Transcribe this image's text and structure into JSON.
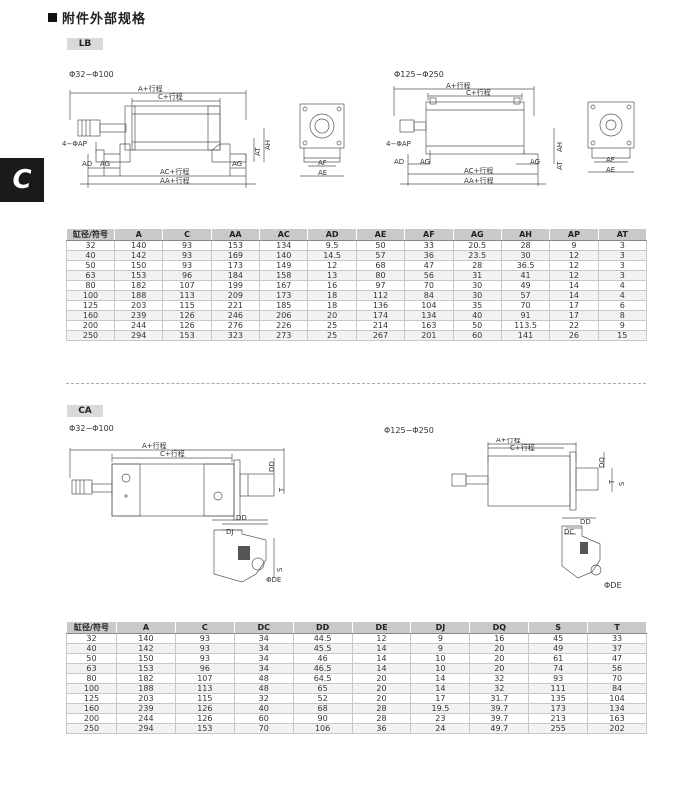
{
  "section_title": "附件外部规格",
  "side_tab": "C",
  "lb": {
    "tag": "LB",
    "range_small": "Φ32−Φ100",
    "range_large": "Φ125−Φ250",
    "dims": {
      "a_stroke": "A+行程",
      "c_stroke": "C+行程",
      "ac_stroke": "AC+行程",
      "aa_stroke": "AA+行程",
      "ap": "4−ΦAP",
      "ad": "AD",
      "ag": "AG",
      "at": "AT",
      "ah": "AH",
      "af": "AF",
      "ae": "AE"
    },
    "table": {
      "headers": [
        "缸径/符号",
        "A",
        "C",
        "AA",
        "AC",
        "AD",
        "AE",
        "AF",
        "AG",
        "AH",
        "AP",
        "AT"
      ],
      "rows": [
        [
          "32",
          "140",
          "93",
          "153",
          "134",
          "9.5",
          "50",
          "33",
          "20.5",
          "28",
          "9",
          "3"
        ],
        [
          "40",
          "142",
          "93",
          "169",
          "140",
          "14.5",
          "57",
          "36",
          "23.5",
          "30",
          "12",
          "3"
        ],
        [
          "50",
          "150",
          "93",
          "173",
          "149",
          "12",
          "68",
          "47",
          "28",
          "36.5",
          "12",
          "3"
        ],
        [
          "63",
          "153",
          "96",
          "184",
          "158",
          "13",
          "80",
          "56",
          "31",
          "41",
          "12",
          "3"
        ],
        [
          "80",
          "182",
          "107",
          "199",
          "167",
          "16",
          "97",
          "70",
          "30",
          "49",
          "14",
          "4"
        ],
        [
          "100",
          "188",
          "113",
          "209",
          "173",
          "18",
          "112",
          "84",
          "30",
          "57",
          "14",
          "4"
        ],
        [
          "125",
          "203",
          "115",
          "221",
          "185",
          "18",
          "136",
          "104",
          "35",
          "70",
          "17",
          "6"
        ],
        [
          "160",
          "239",
          "126",
          "246",
          "206",
          "20",
          "174",
          "134",
          "40",
          "91",
          "17",
          "8"
        ],
        [
          "200",
          "244",
          "126",
          "276",
          "226",
          "25",
          "214",
          "163",
          "50",
          "113.5",
          "22",
          "9"
        ],
        [
          "250",
          "294",
          "153",
          "323",
          "273",
          "25",
          "267",
          "201",
          "60",
          "141",
          "26",
          "15"
        ]
      ]
    }
  },
  "ca": {
    "tag": "CA",
    "range_small": "Φ32−Φ100",
    "range_large": "Φ125−Φ250",
    "dims": {
      "a_stroke": "A+行程",
      "c_stroke": "C+行程",
      "dd": "DD",
      "dj": "DJ",
      "dc": "DC",
      "dq": "DQ",
      "t": "T",
      "s": "S",
      "de": "ΦDE"
    },
    "table": {
      "headers": [
        "缸径/符号",
        "A",
        "C",
        "DC",
        "DD",
        "DE",
        "DJ",
        "DQ",
        "S",
        "T"
      ],
      "rows": [
        [
          "32",
          "140",
          "93",
          "34",
          "44.5",
          "12",
          "9",
          "16",
          "45",
          "33"
        ],
        [
          "40",
          "142",
          "93",
          "34",
          "45.5",
          "14",
          "9",
          "20",
          "49",
          "37"
        ],
        [
          "50",
          "150",
          "93",
          "34",
          "46",
          "14",
          "10",
          "20",
          "61",
          "47"
        ],
        [
          "63",
          "153",
          "96",
          "34",
          "46.5",
          "14",
          "10",
          "20",
          "74",
          "56"
        ],
        [
          "80",
          "182",
          "107",
          "48",
          "64.5",
          "20",
          "14",
          "32",
          "93",
          "70"
        ],
        [
          "100",
          "188",
          "113",
          "48",
          "65",
          "20",
          "14",
          "32",
          "111",
          "84"
        ],
        [
          "125",
          "203",
          "115",
          "32",
          "52",
          "20",
          "17",
          "31.7",
          "135",
          "104"
        ],
        [
          "160",
          "239",
          "126",
          "40",
          "68",
          "28",
          "19.5",
          "39.7",
          "173",
          "134"
        ],
        [
          "200",
          "244",
          "126",
          "60",
          "90",
          "28",
          "23",
          "39.7",
          "213",
          "163"
        ],
        [
          "250",
          "294",
          "153",
          "70",
          "106",
          "36",
          "24",
          "49.7",
          "255",
          "202"
        ]
      ]
    }
  },
  "colors": {
    "header_bg": "#c9c9c9",
    "tag_bg": "#d9d9d9",
    "side_tab_bg": "#1a1a1a",
    "line": "#555555"
  }
}
